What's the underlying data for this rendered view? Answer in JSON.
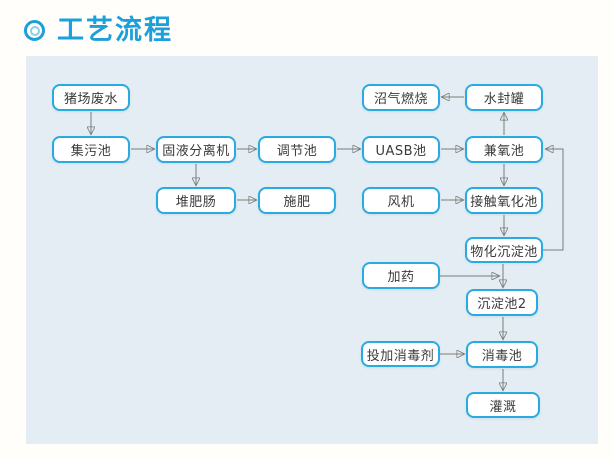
{
  "page": {
    "title": "工艺流程",
    "title_color": "#1ca0db"
  },
  "flowchart": {
    "panel_bg": "#e4edf4",
    "box_border_color": "#29abe2",
    "box_fill": "#ffffff",
    "text_color": "#3a3a3a",
    "arrow_color": "#1a1a1a",
    "nodes": [
      {
        "id": "pig-farm-wastewater",
        "label": "猪场废水"
      },
      {
        "id": "sewage-collection-pool",
        "label": "集污池"
      },
      {
        "id": "solid-liquid-separator",
        "label": "固液分离机"
      },
      {
        "id": "regulation-pool",
        "label": "调节池"
      },
      {
        "id": "uasb-pool",
        "label": "UASB池"
      },
      {
        "id": "facultative-pool",
        "label": "兼氧池"
      },
      {
        "id": "water-seal-tank",
        "label": "水封罐"
      },
      {
        "id": "biogas-combustion",
        "label": "沼气燃烧"
      },
      {
        "id": "composting",
        "label": "堆肥肠"
      },
      {
        "id": "fertilization",
        "label": "施肥"
      },
      {
        "id": "fan",
        "label": "风机"
      },
      {
        "id": "contact-oxidation-pool",
        "label": "接触氧化池"
      },
      {
        "id": "physicochemical-sedimentation-pool",
        "label": "物化沉淀池"
      },
      {
        "id": "dosing",
        "label": "加药"
      },
      {
        "id": "sedimentation-pool-2",
        "label": "沉淀池2"
      },
      {
        "id": "disinfectant-dosing",
        "label": "投加消毒剂"
      },
      {
        "id": "disinfection-pool",
        "label": "消毒池"
      },
      {
        "id": "irrigation",
        "label": "灌溉"
      }
    ],
    "edges": [
      {
        "from": "pig-farm-wastewater",
        "to": "sewage-collection-pool"
      },
      {
        "from": "sewage-collection-pool",
        "to": "solid-liquid-separator"
      },
      {
        "from": "solid-liquid-separator",
        "to": "regulation-pool"
      },
      {
        "from": "solid-liquid-separator",
        "to": "composting"
      },
      {
        "from": "composting",
        "to": "fertilization"
      },
      {
        "from": "regulation-pool",
        "to": "uasb-pool"
      },
      {
        "from": "uasb-pool",
        "to": "facultative-pool"
      },
      {
        "from": "facultative-pool",
        "to": "water-seal-tank"
      },
      {
        "from": "water-seal-tank",
        "to": "biogas-combustion"
      },
      {
        "from": "facultative-pool",
        "to": "contact-oxidation-pool"
      },
      {
        "from": "fan",
        "to": "contact-oxidation-pool"
      },
      {
        "from": "contact-oxidation-pool",
        "to": "physicochemical-sedimentation-pool"
      },
      {
        "from": "physicochemical-sedimentation-pool",
        "to": "sedimentation-pool-2"
      },
      {
        "from": "dosing",
        "to": "sedimentation-pool-2"
      },
      {
        "from": "physicochemical-sedimentation-pool",
        "to": "facultative-pool"
      },
      {
        "from": "sedimentation-pool-2",
        "to": "disinfection-pool"
      },
      {
        "from": "disinfectant-dosing",
        "to": "disinfection-pool"
      },
      {
        "from": "disinfection-pool",
        "to": "irrigation"
      }
    ]
  }
}
